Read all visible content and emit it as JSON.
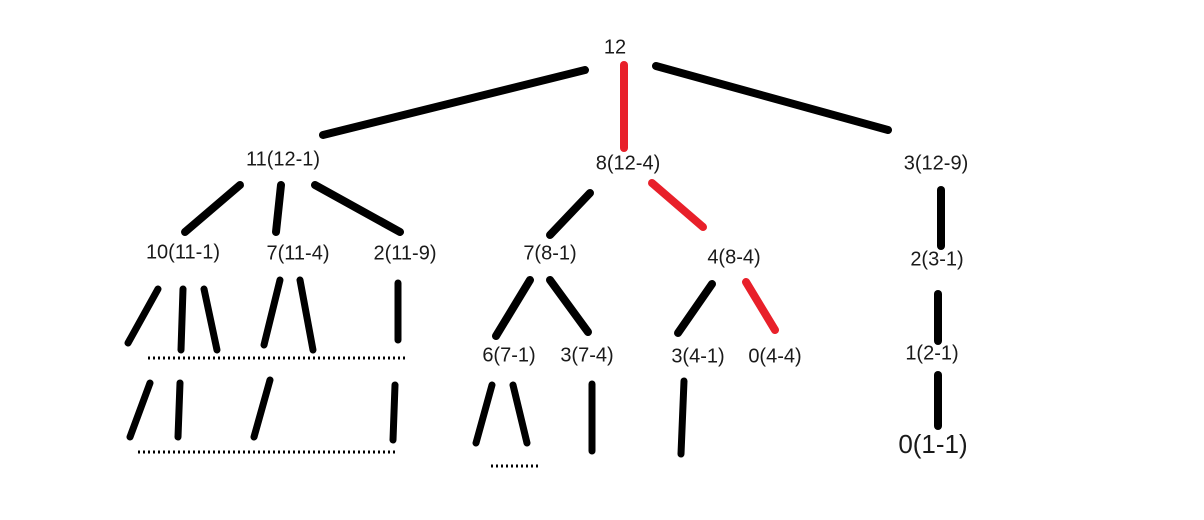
{
  "colors": {
    "edge": "#000000",
    "highlight": "#e8202a",
    "text": "#1a1a1a"
  },
  "nodes": {
    "root": "12",
    "a1": "11(12-1)",
    "a2": "8(12-4)",
    "a3": "3(12-9)",
    "b1": "10(11-1)",
    "b2": "7(11-4)",
    "b3": "2(11-9)",
    "b4": "7(8-1)",
    "b5": "4(8-4)",
    "b6": "2(3-1)",
    "c1": "6(7-1)",
    "c2": "3(7-4)",
    "c3": "3(4-1)",
    "c4": "0(4-4)",
    "c5": "1(2-1)",
    "d1": "0(1-1)"
  },
  "highlighted_path": [
    "12",
    "8(12-4)",
    "4(8-4)",
    "0(4-4)"
  ]
}
